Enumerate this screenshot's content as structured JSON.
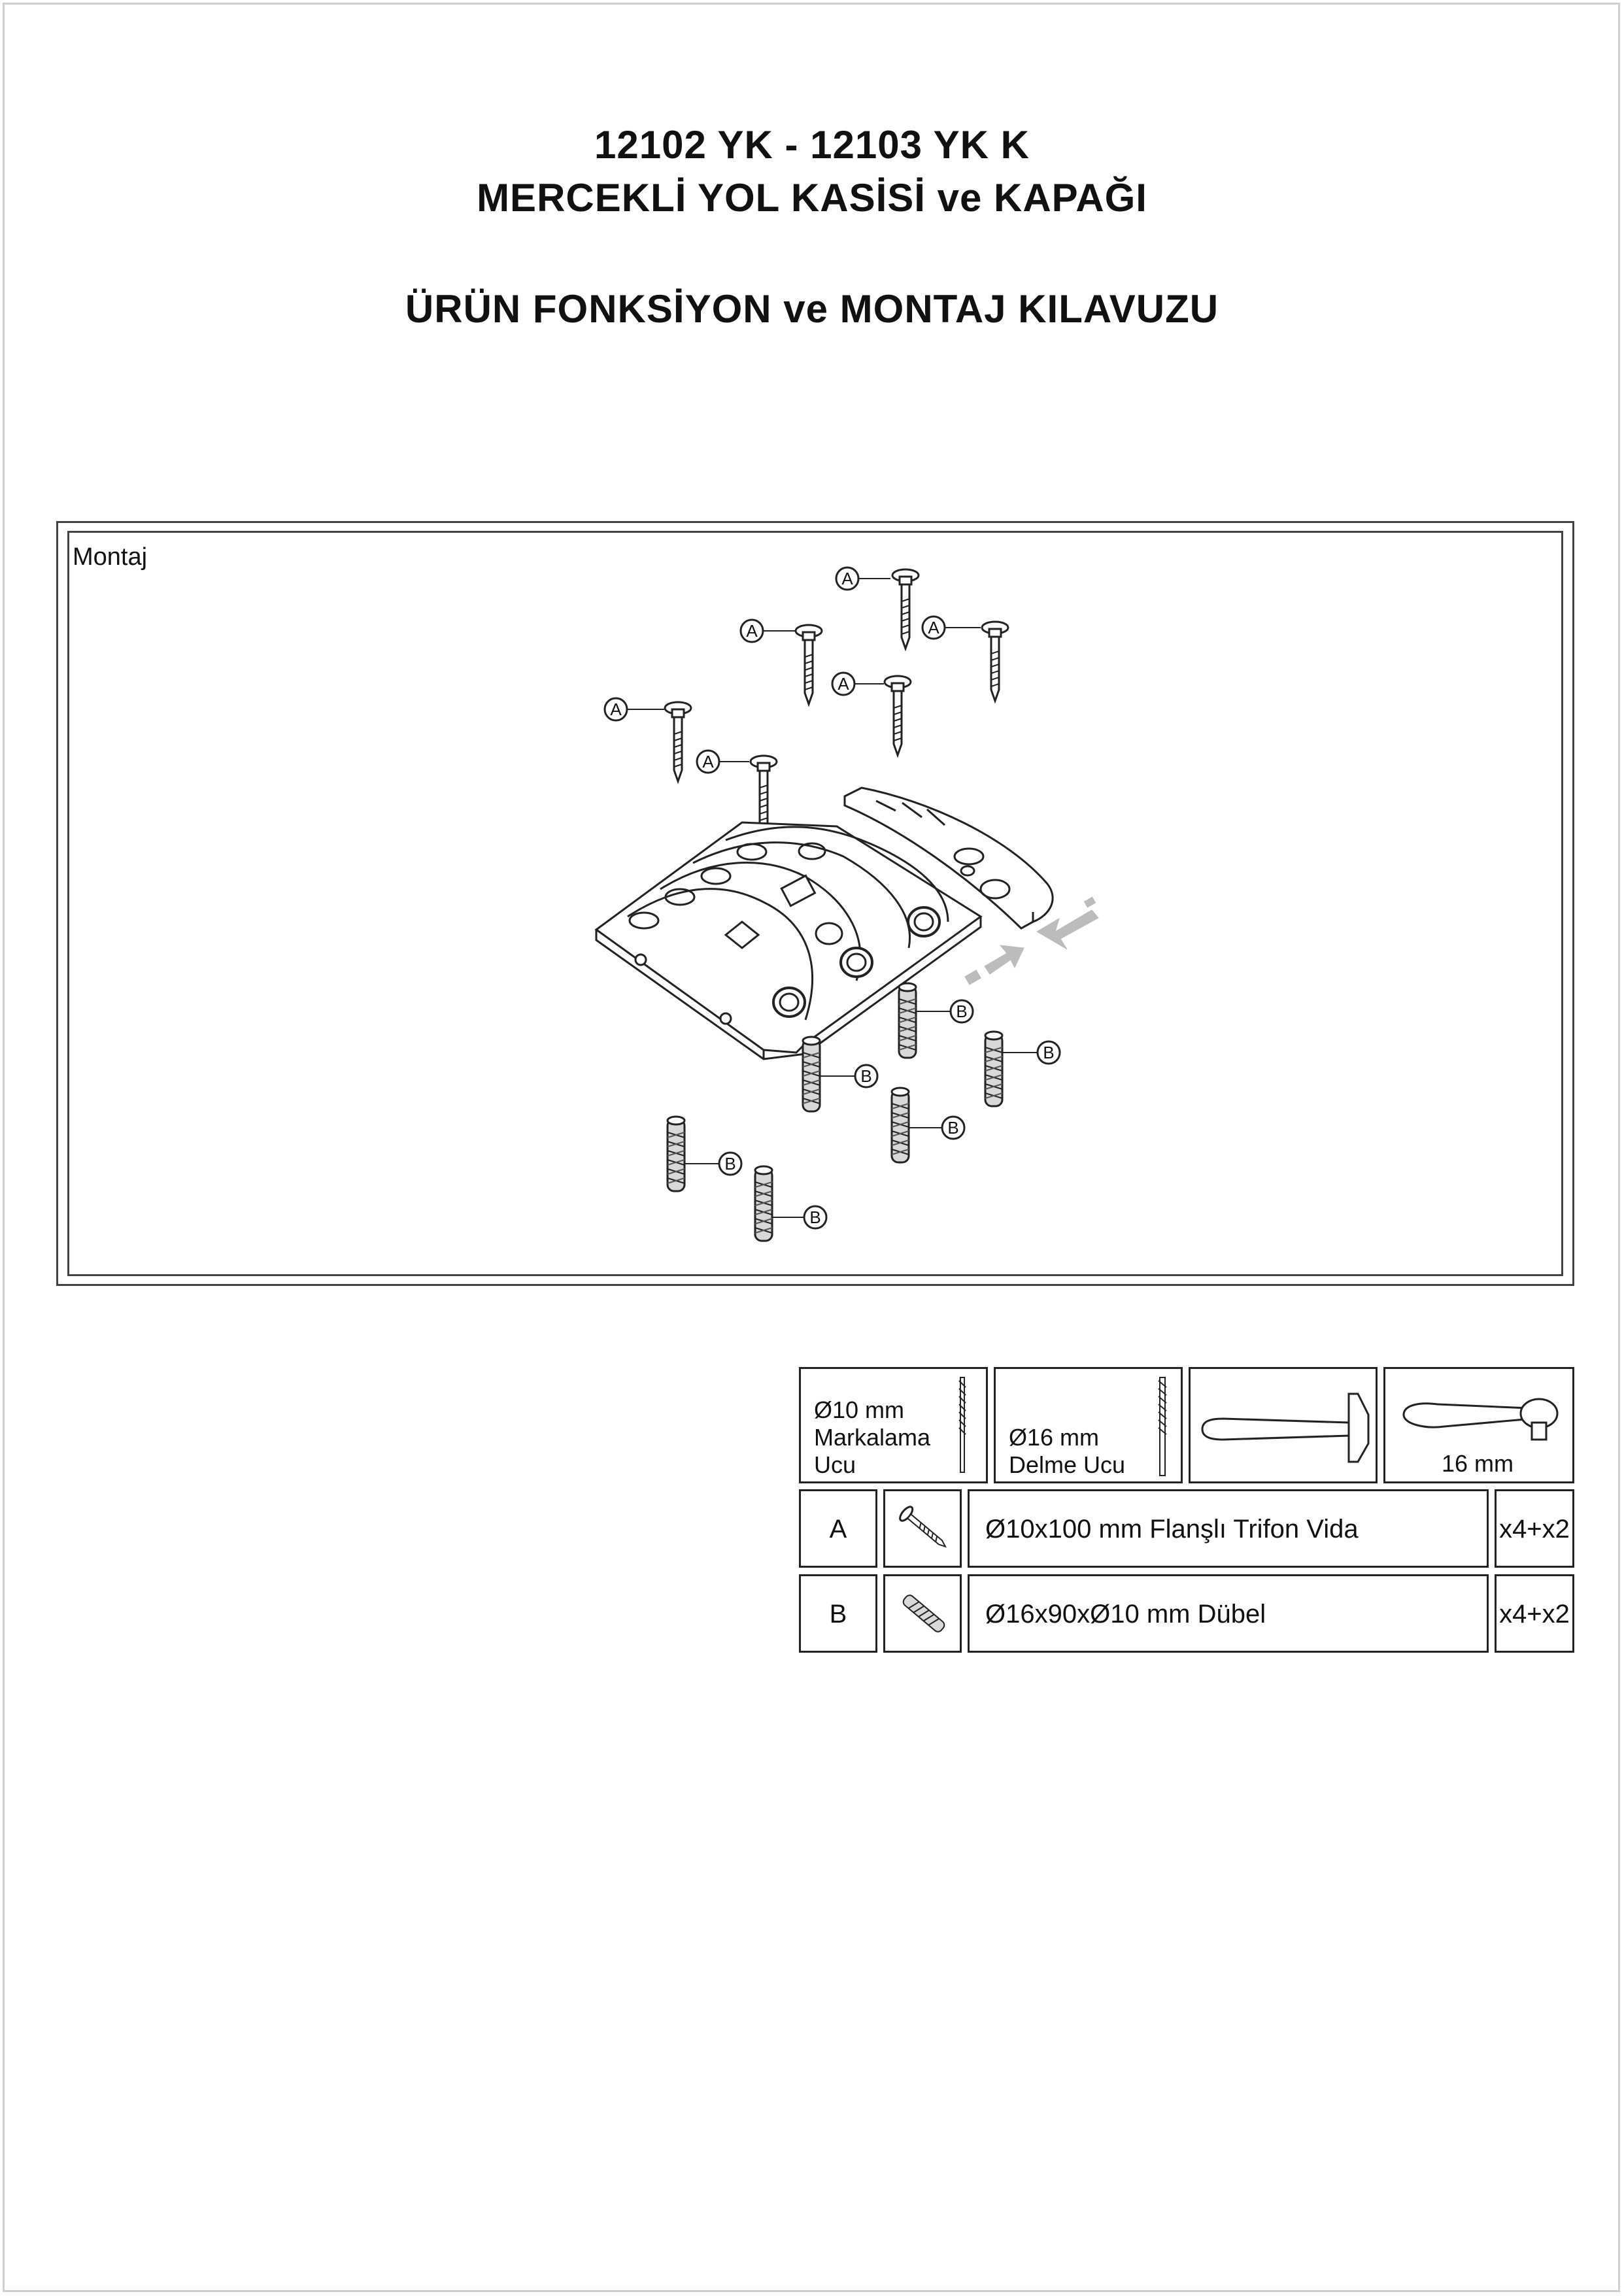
{
  "header": {
    "line1": "12102 YK - 12103 YK K",
    "line2": "MERCEKLİ YOL KASİSİ ve KAPAĞI",
    "line3": "ÜRÜN FONKSİYON ve MONTAJ KILAVUZU"
  },
  "montaj": {
    "label": "Montaj",
    "callout_a": "A",
    "callout_b": "B"
  },
  "tools": {
    "marking_bit": {
      "line1": "Ø10 mm",
      "line2": "Markalama",
      "line3": "Ucu"
    },
    "drill_bit": {
      "line1": "Ø16 mm",
      "line2": "Delme Ucu"
    },
    "wrench_size": "16 mm"
  },
  "parts": [
    {
      "code": "A",
      "description": "Ø10x100 mm Flanşlı Trifon Vida",
      "qty": "x4+x2"
    },
    {
      "code": "B",
      "description": "Ø16x90xØ10 mm Dübel",
      "qty": "x4+x2"
    }
  ],
  "icons": [
    "screw-icon",
    "anchor-icon",
    "marking-bit-icon",
    "drill-bit-icon",
    "hammer-icon",
    "ratchet-wrench-icon"
  ]
}
